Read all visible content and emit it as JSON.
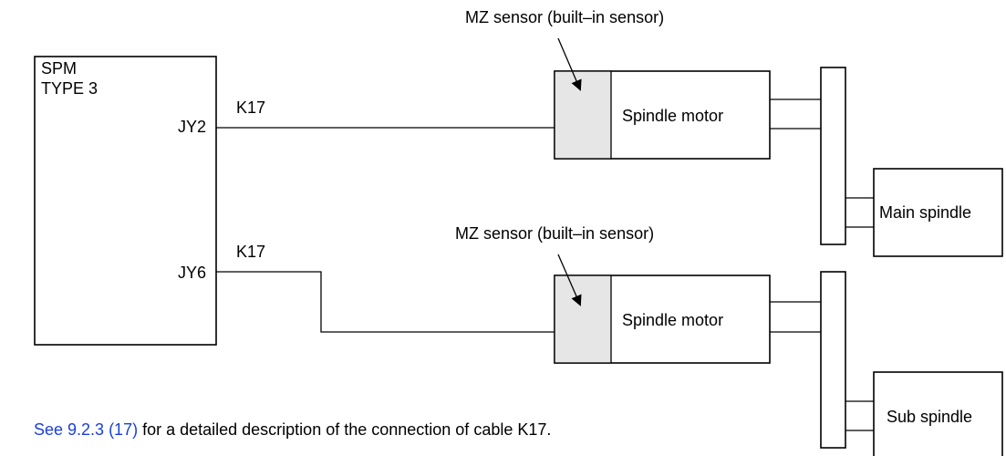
{
  "spm": {
    "title_line1": "SPM",
    "title_line2": "TYPE 3",
    "connector_top": "JY2",
    "connector_bottom": "JY6"
  },
  "cables": {
    "top": "K17",
    "bottom": "K17"
  },
  "sensors": {
    "top_label": "MZ sensor (built–in sensor)",
    "bottom_label": "MZ sensor (built–in sensor)"
  },
  "motors": {
    "top_label": "Spindle motor",
    "bottom_label": "Spindle motor"
  },
  "spindles": {
    "main_label": "Main spindle",
    "sub_label": "Sub spindle"
  },
  "footer": {
    "link_text": "See 9.2.3 (17)",
    "rest_text": " for a detailed description of the connection of cable K17."
  },
  "colors": {
    "link": "#1a3fd6",
    "sensor_fill": "#e6e6e6"
  }
}
